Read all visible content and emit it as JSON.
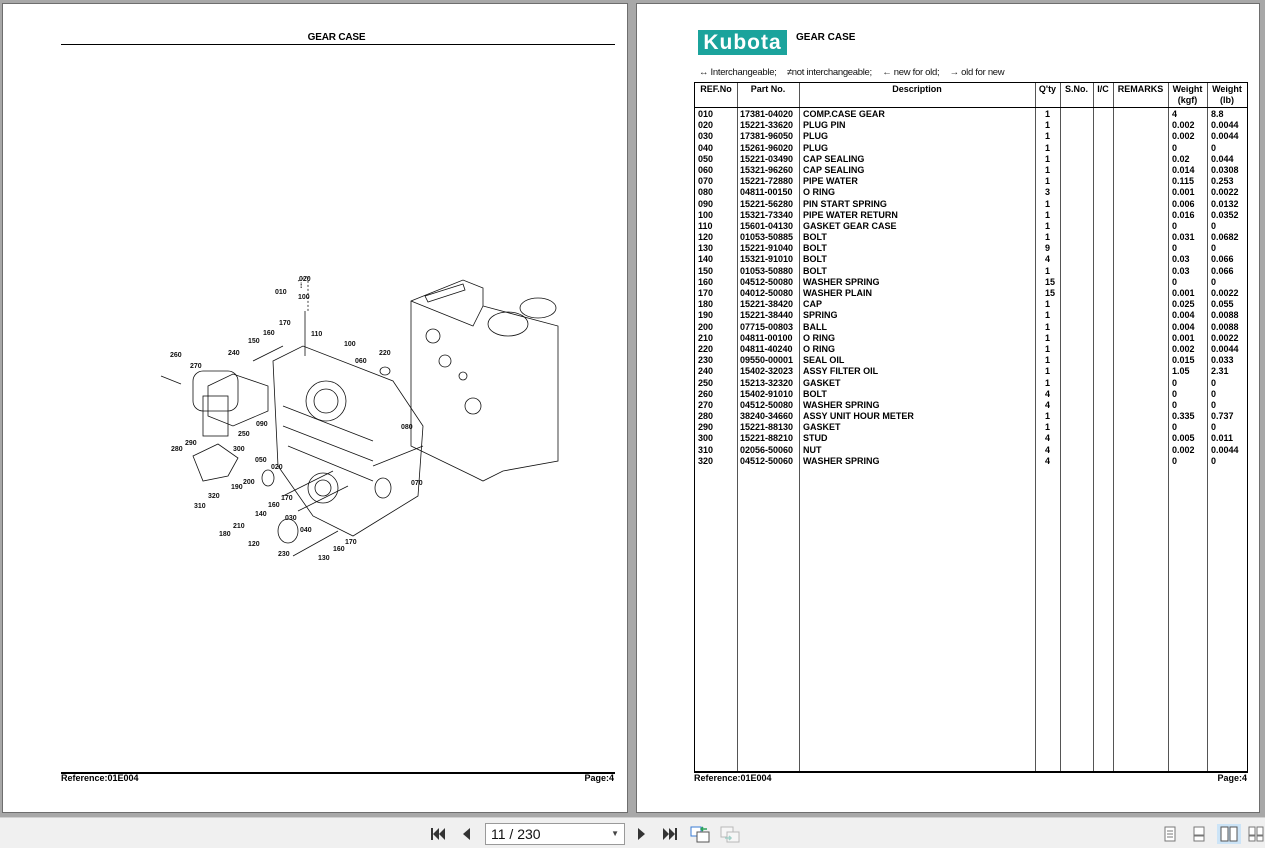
{
  "left_page": {
    "title": "GEAR CASE",
    "footer_reference": "Reference:01E004",
    "footer_page": "Page:4",
    "diagram_callouts": [
      "010",
      "020",
      "100",
      "170",
      "160",
      "150",
      "110",
      "100",
      "060",
      "220",
      "260",
      "270",
      "240",
      "250",
      "090",
      "080",
      "290",
      "280",
      "300",
      "050",
      "020",
      "320",
      "310",
      "200",
      "190",
      "170",
      "160",
      "140",
      "070",
      "210",
      "180",
      "120",
      "030",
      "040",
      "230",
      "170",
      "160",
      "130"
    ]
  },
  "right_page": {
    "brand": "Kubota",
    "title": "GEAR CASE",
    "legend": [
      "↔ Interchangeable;",
      "≠not interchangeable;",
      "← new for old;",
      "→ old for new"
    ],
    "table": {
      "headers": {
        "ref": "REF.No",
        "part": "Part No.",
        "desc": "Description",
        "qty": "Q'ty",
        "sno": "S.No.",
        "ic": "I/C",
        "remarks": "REMARKS",
        "wkgf": "Weight (kgf)",
        "wlb": "Weight (lb)"
      },
      "rows": [
        {
          "ref": "010",
          "part": "17381-04020",
          "desc": "COMP.CASE GEAR",
          "qty": "1",
          "wkgf": "4",
          "wlb": "8.8"
        },
        {
          "ref": "020",
          "part": "15221-33620",
          "desc": "PLUG PIN",
          "qty": "1",
          "wkgf": "0.002",
          "wlb": "0.0044"
        },
        {
          "ref": "030",
          "part": "17381-96050",
          "desc": "PLUG",
          "qty": "1",
          "wkgf": "0.002",
          "wlb": "0.0044"
        },
        {
          "ref": "040",
          "part": "15261-96020",
          "desc": "PLUG",
          "qty": "1",
          "wkgf": "0",
          "wlb": "0"
        },
        {
          "ref": "050",
          "part": "15221-03490",
          "desc": "CAP SEALING",
          "qty": "1",
          "wkgf": "0.02",
          "wlb": "0.044"
        },
        {
          "ref": "060",
          "part": "15321-96260",
          "desc": "CAP SEALING",
          "qty": "1",
          "wkgf": "0.014",
          "wlb": "0.0308"
        },
        {
          "ref": "070",
          "part": "15221-72880",
          "desc": "PIPE WATER",
          "qty": "1",
          "wkgf": "0.115",
          "wlb": "0.253"
        },
        {
          "ref": "080",
          "part": "04811-00150",
          "desc": "O RING",
          "qty": "3",
          "wkgf": "0.001",
          "wlb": "0.0022"
        },
        {
          "ref": "090",
          "part": "15221-56280",
          "desc": "PIN START SPRING",
          "qty": "1",
          "wkgf": "0.006",
          "wlb": "0.0132"
        },
        {
          "ref": "100",
          "part": "15321-73340",
          "desc": "PIPE WATER RETURN",
          "qty": "1",
          "wkgf": "0.016",
          "wlb": "0.0352"
        },
        {
          "ref": "110",
          "part": "15601-04130",
          "desc": "GASKET GEAR CASE",
          "qty": "1",
          "wkgf": "0",
          "wlb": "0"
        },
        {
          "ref": "120",
          "part": "01053-50885",
          "desc": "BOLT",
          "qty": "1",
          "wkgf": "0.031",
          "wlb": "0.0682"
        },
        {
          "ref": "130",
          "part": "15221-91040",
          "desc": "BOLT",
          "qty": "9",
          "wkgf": "0",
          "wlb": "0"
        },
        {
          "ref": "140",
          "part": "15321-91010",
          "desc": "BOLT",
          "qty": "4",
          "wkgf": "0.03",
          "wlb": "0.066"
        },
        {
          "ref": "150",
          "part": "01053-50880",
          "desc": "BOLT",
          "qty": "1",
          "wkgf": "0.03",
          "wlb": "0.066"
        },
        {
          "ref": "160",
          "part": "04512-50080",
          "desc": "WASHER SPRING",
          "qty": "15",
          "wkgf": "0",
          "wlb": "0"
        },
        {
          "ref": "170",
          "part": "04012-50080",
          "desc": "WASHER PLAIN",
          "qty": "15",
          "wkgf": "0.001",
          "wlb": "0.0022"
        },
        {
          "ref": "180",
          "part": "15221-38420",
          "desc": "CAP",
          "qty": "1",
          "wkgf": "0.025",
          "wlb": "0.055"
        },
        {
          "ref": "190",
          "part": "15221-38440",
          "desc": "SPRING",
          "qty": "1",
          "wkgf": "0.004",
          "wlb": "0.0088"
        },
        {
          "ref": "200",
          "part": "07715-00803",
          "desc": "BALL",
          "qty": "1",
          "wkgf": "0.004",
          "wlb": "0.0088"
        },
        {
          "ref": "210",
          "part": "04811-00100",
          "desc": "O RING",
          "qty": "1",
          "wkgf": "0.001",
          "wlb": "0.0022"
        },
        {
          "ref": "220",
          "part": "04811-40240",
          "desc": "O RING",
          "qty": "1",
          "wkgf": "0.002",
          "wlb": "0.0044"
        },
        {
          "ref": "230",
          "part": "09550-00001",
          "desc": "SEAL OIL",
          "qty": "1",
          "wkgf": "0.015",
          "wlb": "0.033"
        },
        {
          "ref": "240",
          "part": "15402-32023",
          "desc": "ASSY FILTER OIL",
          "qty": "1",
          "wkgf": "1.05",
          "wlb": "2.31"
        },
        {
          "ref": "250",
          "part": "15213-32320",
          "desc": "GASKET",
          "qty": "1",
          "wkgf": "0",
          "wlb": "0"
        },
        {
          "ref": "260",
          "part": "15402-91010",
          "desc": "BOLT",
          "qty": "4",
          "wkgf": "0",
          "wlb": "0"
        },
        {
          "ref": "270",
          "part": "04512-50080",
          "desc": "WASHER SPRING",
          "qty": "4",
          "wkgf": "0",
          "wlb": "0"
        },
        {
          "ref": "280",
          "part": "38240-34660",
          "desc": "ASSY UNIT HOUR METER",
          "qty": "1",
          "wkgf": "0.335",
          "wlb": "0.737"
        },
        {
          "ref": "290",
          "part": "15221-88130",
          "desc": "GASKET",
          "qty": "1",
          "wkgf": "0",
          "wlb": "0"
        },
        {
          "ref": "300",
          "part": "15221-88210",
          "desc": "STUD",
          "qty": "4",
          "wkgf": "0.005",
          "wlb": "0.011"
        },
        {
          "ref": "310",
          "part": "02056-50060",
          "desc": "NUT",
          "qty": "4",
          "wkgf": "0.002",
          "wlb": "0.0044"
        },
        {
          "ref": "320",
          "part": "04512-50060",
          "desc": "WASHER SPRING",
          "qty": "4",
          "wkgf": "0",
          "wlb": "0"
        }
      ]
    },
    "footer_reference": "Reference:01E004",
    "footer_page": "Page:4"
  },
  "toolbar": {
    "first_page": "first-page-icon",
    "prev_page": "previous-page-icon",
    "page_indicator": "11 / 230",
    "next_page": "next-page-icon",
    "last_page": "last-page-icon",
    "current_page": 11,
    "total_pages": 230,
    "active_view_mode": "two-page"
  },
  "colors": {
    "brand": "#1ba39c",
    "viewer_bg": "#a8a8a8",
    "toolbar_bg": "#f0f0f0",
    "active_view": "#cce4f7"
  }
}
